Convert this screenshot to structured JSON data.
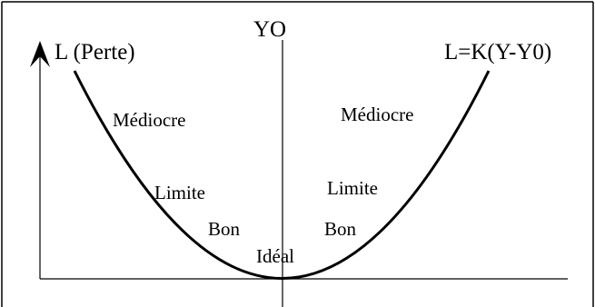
{
  "labels": {
    "y_axis": "L (Perte)",
    "target": "YO",
    "formula": "L=K(Y-Y0)",
    "mediocre_left": "Médiocre",
    "mediocre_right": "Médiocre",
    "limite_left": "Limite",
    "limite_right": "Limite",
    "bon_left": "Bon",
    "bon_right": "Bon",
    "ideal": "Idéal"
  },
  "colors": {
    "line": "#000000",
    "background": "#ffffff"
  }
}
